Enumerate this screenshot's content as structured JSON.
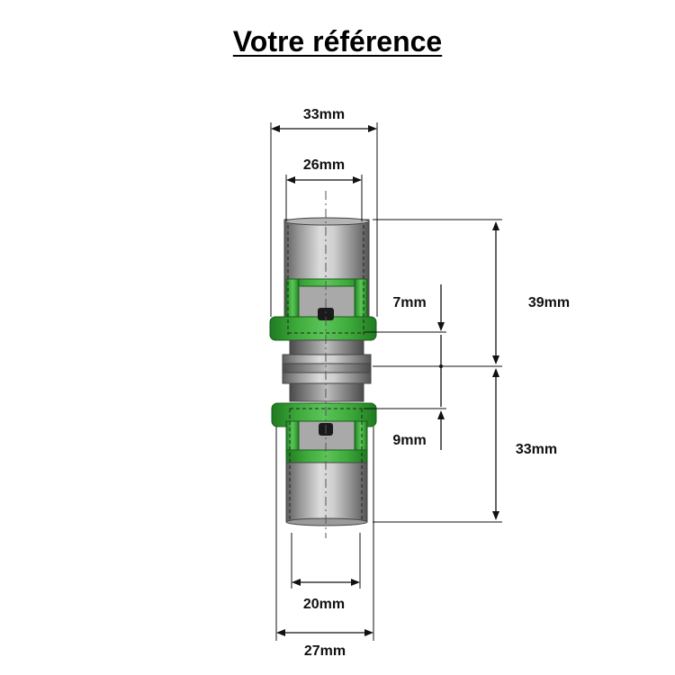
{
  "title": "Votre référence",
  "dimensions": {
    "top_outer_diameter": "33mm",
    "top_inner_diameter": "26mm",
    "bottom_inner_diameter": "20mm",
    "bottom_outer_diameter": "27mm",
    "top_length": "39mm",
    "bottom_length": "33mm",
    "top_insertion": "7mm",
    "bottom_insertion": "9mm"
  },
  "colors": {
    "ring_green": "#3daa3a",
    "ring_green_dark": "#1f7a21",
    "metal_light": "#c9c9c9",
    "metal_dark": "#6f6f6f",
    "dimension_ink": "#111111"
  }
}
